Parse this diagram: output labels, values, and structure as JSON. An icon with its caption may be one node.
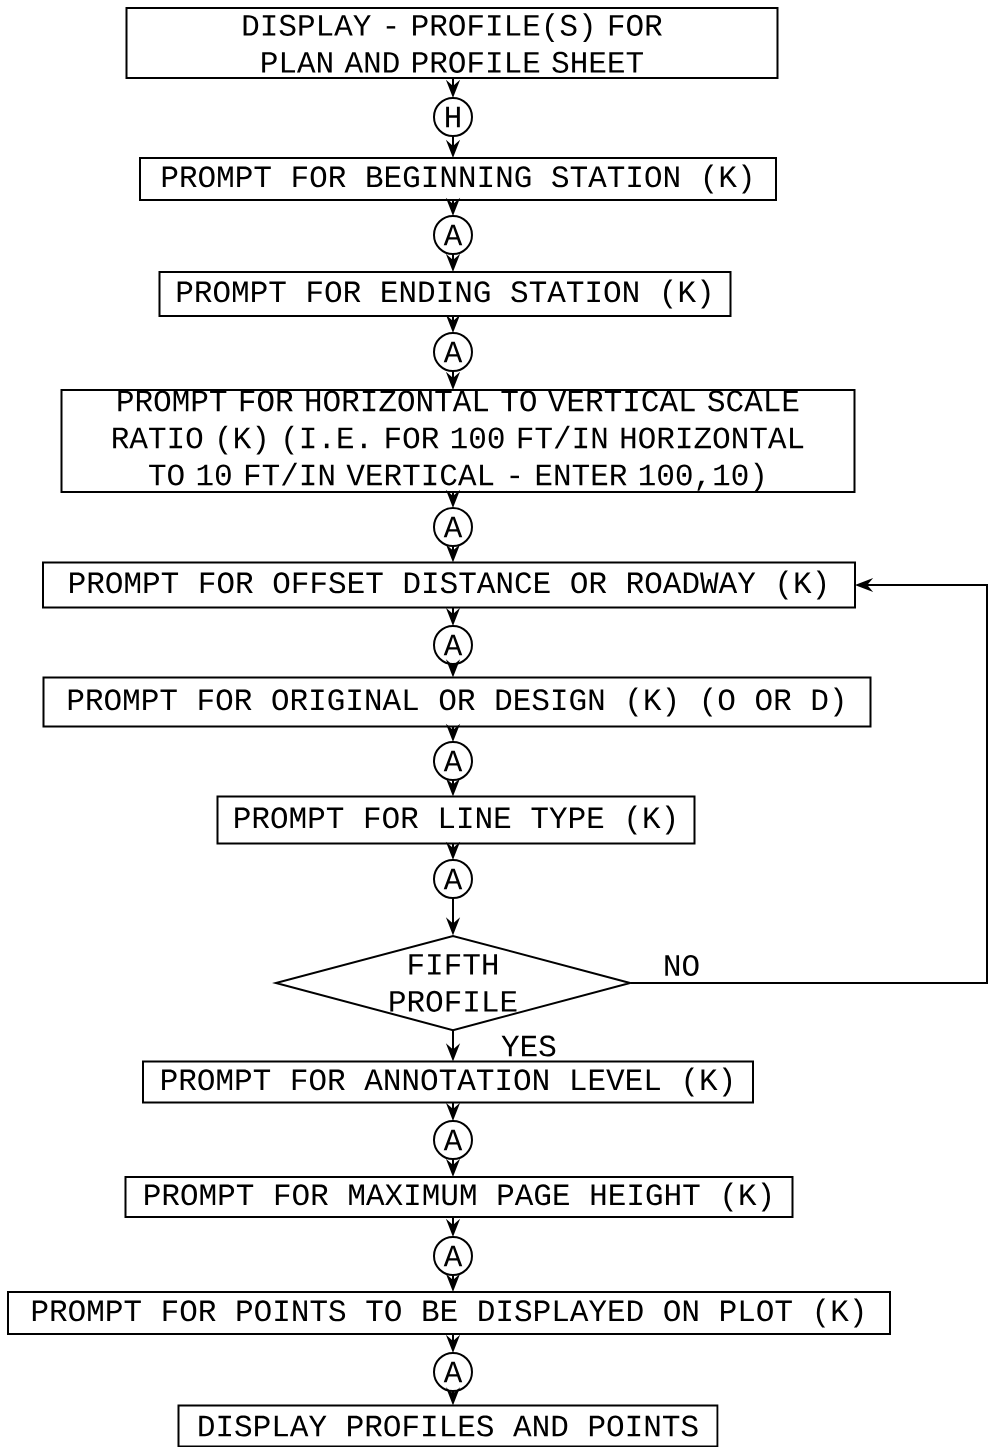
{
  "diagram": {
    "nodes": [
      {
        "text": [
          "DISPLAY - PROFILE(S) FOR PLAN AND PROFILE SHEET"
        ]
      },
      {
        "text": [
          "H"
        ]
      },
      {
        "text": [
          "PROMPT FOR BEGINNING STATION (K)"
        ]
      },
      {
        "text": [
          "A"
        ]
      },
      {
        "text": [
          "PROMPT FOR ENDING STATION (K)"
        ]
      },
      {
        "text": [
          "A"
        ]
      },
      {
        "text": [
          "PROMPT FOR HORIZONTAL TO VERTICAL SCALE RATIO (K) (I.E. FOR 100 FT/IN HORIZONTAL TO 10 FT/IN VERTICAL - ENTER 100,10)"
        ]
      },
      {
        "text": [
          "A"
        ]
      },
      {
        "text": [
          "PROMPT FOR OFFSET DISTANCE OR ROADWAY (K)"
        ]
      },
      {
        "text": [
          "A"
        ]
      },
      {
        "text": [
          "PROMPT FOR ORIGINAL OR DESIGN (K) (O OR D)"
        ]
      },
      {
        "text": [
          "A"
        ]
      },
      {
        "text": [
          "PROMPT FOR LINE TYPE (K)"
        ]
      },
      {
        "text": [
          "A"
        ]
      },
      {
        "text": [
          "FIFTH PROFILE"
        ]
      },
      {
        "text": [
          "PROMPT FOR ANNOTATION LEVEL (K)"
        ]
      },
      {
        "text": [
          "A"
        ]
      },
      {
        "text": [
          "PROMPT FOR MAXIMUM PAGE HEIGHT (K)"
        ]
      },
      {
        "text": [
          "A"
        ]
      },
      {
        "text": [
          "PROMPT FOR POINTS TO BE DISPLAYED ON PLOT (K)"
        ]
      },
      {
        "text": [
          "A"
        ]
      },
      {
        "text": [
          "DISPLAY PROFILES AND POINTS"
        ]
      }
    ],
    "edges": [
      {
        "from": 0,
        "to": 1,
        "arrow": "to"
      },
      {
        "from": 1,
        "to": 2,
        "arrow": "to"
      },
      {
        "from": 2,
        "to": 3,
        "arrow": "to"
      },
      {
        "from": 3,
        "to": 4,
        "arrow": "to"
      },
      {
        "from": 4,
        "to": 5,
        "arrow": "to"
      },
      {
        "from": 5,
        "to": 6,
        "arrow": "to"
      },
      {
        "from": 6,
        "to": 7,
        "arrow": "to"
      },
      {
        "from": 7,
        "to": 8,
        "arrow": "to"
      },
      {
        "from": 8,
        "to": 9,
        "arrow": "to"
      },
      {
        "from": 9,
        "to": 10,
        "arrow": "to"
      },
      {
        "from": 10,
        "to": 11,
        "arrow": "to"
      },
      {
        "from": 11,
        "to": 12,
        "arrow": "to"
      },
      {
        "from": 12,
        "to": 13,
        "arrow": "to"
      },
      {
        "from": 13,
        "to": 14,
        "arrow": "to"
      },
      {
        "from": 14,
        "to": 15,
        "arrow": "to",
        "label": "YES"
      },
      {
        "from": 14,
        "to": 8,
        "arrow": "to",
        "label": "NO"
      },
      {
        "from": 15,
        "to": 16,
        "arrow": "to"
      },
      {
        "from": 16,
        "to": 17,
        "arrow": "to"
      },
      {
        "from": 17,
        "to": 18,
        "arrow": "to"
      },
      {
        "from": 18,
        "to": 19,
        "arrow": "to"
      },
      {
        "from": 19,
        "to": 20,
        "arrow": "to"
      },
      {
        "from": 20,
        "to": 21,
        "arrow": "to"
      }
    ]
  }
}
